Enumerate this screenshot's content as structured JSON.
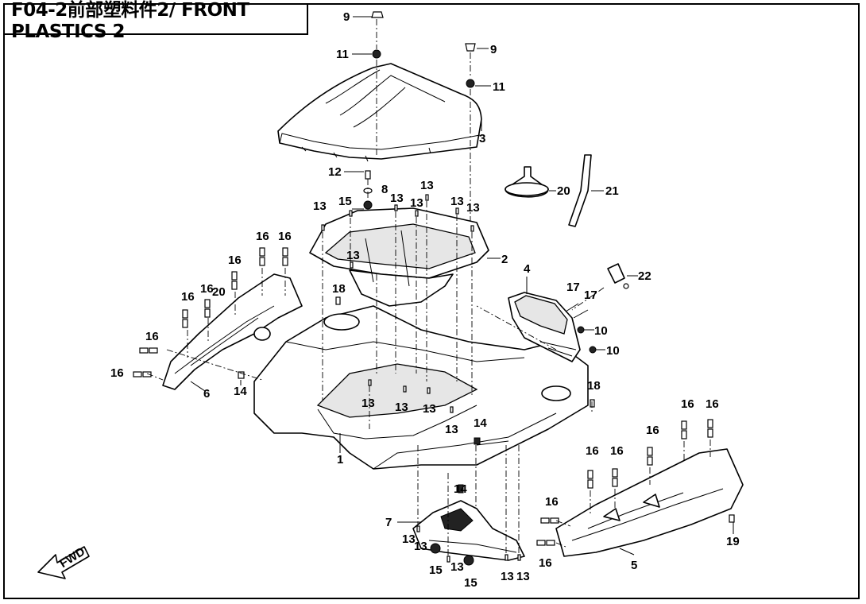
{
  "title": "F04-2前部塑料件2/ FRONT PLASTICS 2",
  "fwd_label": "FWD",
  "callouts": [
    {
      "id": "c9a",
      "text": "9"
    },
    {
      "id": "c9b",
      "text": "9"
    },
    {
      "id": "c11a",
      "text": "11"
    },
    {
      "id": "c11b",
      "text": "11"
    },
    {
      "id": "c3",
      "text": "3"
    },
    {
      "id": "c12",
      "text": "12"
    },
    {
      "id": "c8",
      "text": "8"
    },
    {
      "id": "c20a",
      "text": "20"
    },
    {
      "id": "c21",
      "text": "21"
    },
    {
      "id": "c13a",
      "text": "13"
    },
    {
      "id": "c15a",
      "text": "15"
    },
    {
      "id": "c13b",
      "text": "13"
    },
    {
      "id": "c13c",
      "text": "13"
    },
    {
      "id": "c13d",
      "text": "13"
    },
    {
      "id": "c13e",
      "text": "13"
    },
    {
      "id": "c13f",
      "text": "13"
    },
    {
      "id": "c2",
      "text": "2"
    },
    {
      "id": "c13g",
      "text": "13"
    },
    {
      "id": "c16a",
      "text": "16"
    },
    {
      "id": "c16b",
      "text": "16"
    },
    {
      "id": "c16c",
      "text": "16"
    },
    {
      "id": "c16d",
      "text": "16"
    },
    {
      "id": "c16e",
      "text": "16"
    },
    {
      "id": "c20b",
      "text": "20"
    },
    {
      "id": "c18a",
      "text": "18"
    },
    {
      "id": "c4",
      "text": "4"
    },
    {
      "id": "c17a",
      "text": "17"
    },
    {
      "id": "c17b",
      "text": "17"
    },
    {
      "id": "c22",
      "text": "22"
    },
    {
      "id": "c10a",
      "text": "10"
    },
    {
      "id": "c10b",
      "text": "10"
    },
    {
      "id": "c16f",
      "text": "16"
    },
    {
      "id": "c16g",
      "text": "16"
    },
    {
      "id": "c6",
      "text": "6"
    },
    {
      "id": "c14a",
      "text": "14"
    },
    {
      "id": "c13h",
      "text": "13"
    },
    {
      "id": "c13i",
      "text": "13"
    },
    {
      "id": "c13j",
      "text": "13"
    },
    {
      "id": "c13k",
      "text": "13"
    },
    {
      "id": "c14b",
      "text": "14"
    },
    {
      "id": "c18b",
      "text": "18"
    },
    {
      "id": "c1",
      "text": "1"
    },
    {
      "id": "c16h",
      "text": "16"
    },
    {
      "id": "c16i",
      "text": "16"
    },
    {
      "id": "c16j",
      "text": "16"
    },
    {
      "id": "c16k",
      "text": "16"
    },
    {
      "id": "c16l",
      "text": "16"
    },
    {
      "id": "c14c",
      "text": "14"
    },
    {
      "id": "c7",
      "text": "7"
    },
    {
      "id": "c16m",
      "text": "16"
    },
    {
      "id": "c13l",
      "text": "13"
    },
    {
      "id": "c13m",
      "text": "13"
    },
    {
      "id": "c13n",
      "text": "13"
    },
    {
      "id": "c13o",
      "text": "13"
    },
    {
      "id": "c13p",
      "text": "13"
    },
    {
      "id": "c15b",
      "text": "15"
    },
    {
      "id": "c15c",
      "text": "15"
    },
    {
      "id": "c16n",
      "text": "16"
    },
    {
      "id": "c5",
      "text": "5"
    },
    {
      "id": "c19",
      "text": "19"
    }
  ]
}
